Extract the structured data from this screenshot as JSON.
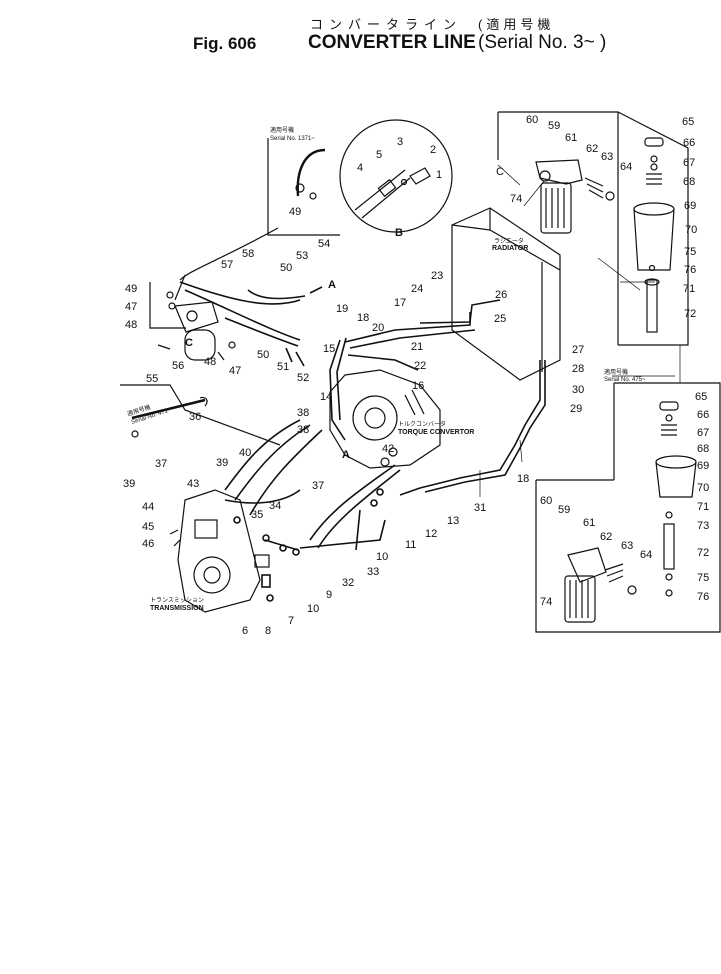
{
  "header": {
    "figure": "Fig. 606",
    "title_jp": "コンバータライン",
    "title": "CONVERTER LINE",
    "serial_jp": "(適用号機",
    "serial": "(Serial No. 3~ )"
  },
  "labels": {
    "radiator_jp": "ラジエータ",
    "radiator": "RADIATOR",
    "converter_jp": "トルクコンバータ",
    "converter": "TORQUE CONVERTOR",
    "transmission_jp": "トランスミッション",
    "transmission": "TRANSMISSION",
    "detail_c": "C",
    "detail_a": "A",
    "detail_b": "B",
    "serial_1371": "Serial No. 1371~",
    "serial_471": "Serial No. 471~",
    "serial_475": "Serial No. 475~",
    "applic_jp": "適用号機"
  },
  "callouts": [
    "1",
    "2",
    "3",
    "4",
    "5",
    "6",
    "7",
    "8",
    "9",
    "10",
    "11",
    "12",
    "13",
    "14",
    "15",
    "16",
    "17",
    "18",
    "19",
    "20",
    "21",
    "22",
    "23",
    "24",
    "25",
    "26",
    "27",
    "28",
    "29",
    "30",
    "31",
    "32",
    "33",
    "34",
    "35",
    "36",
    "37",
    "38",
    "39",
    "40",
    "42",
    "43",
    "44",
    "45",
    "46",
    "47",
    "48",
    "49",
    "50",
    "51",
    "52",
    "53",
    "54",
    "55",
    "56",
    "57",
    "58",
    "59",
    "60",
    "61",
    "62",
    "63",
    "64",
    "65",
    "66",
    "67",
    "68",
    "69",
    "70",
    "71",
    "72",
    "73",
    "74",
    "75",
    "76"
  ]
}
